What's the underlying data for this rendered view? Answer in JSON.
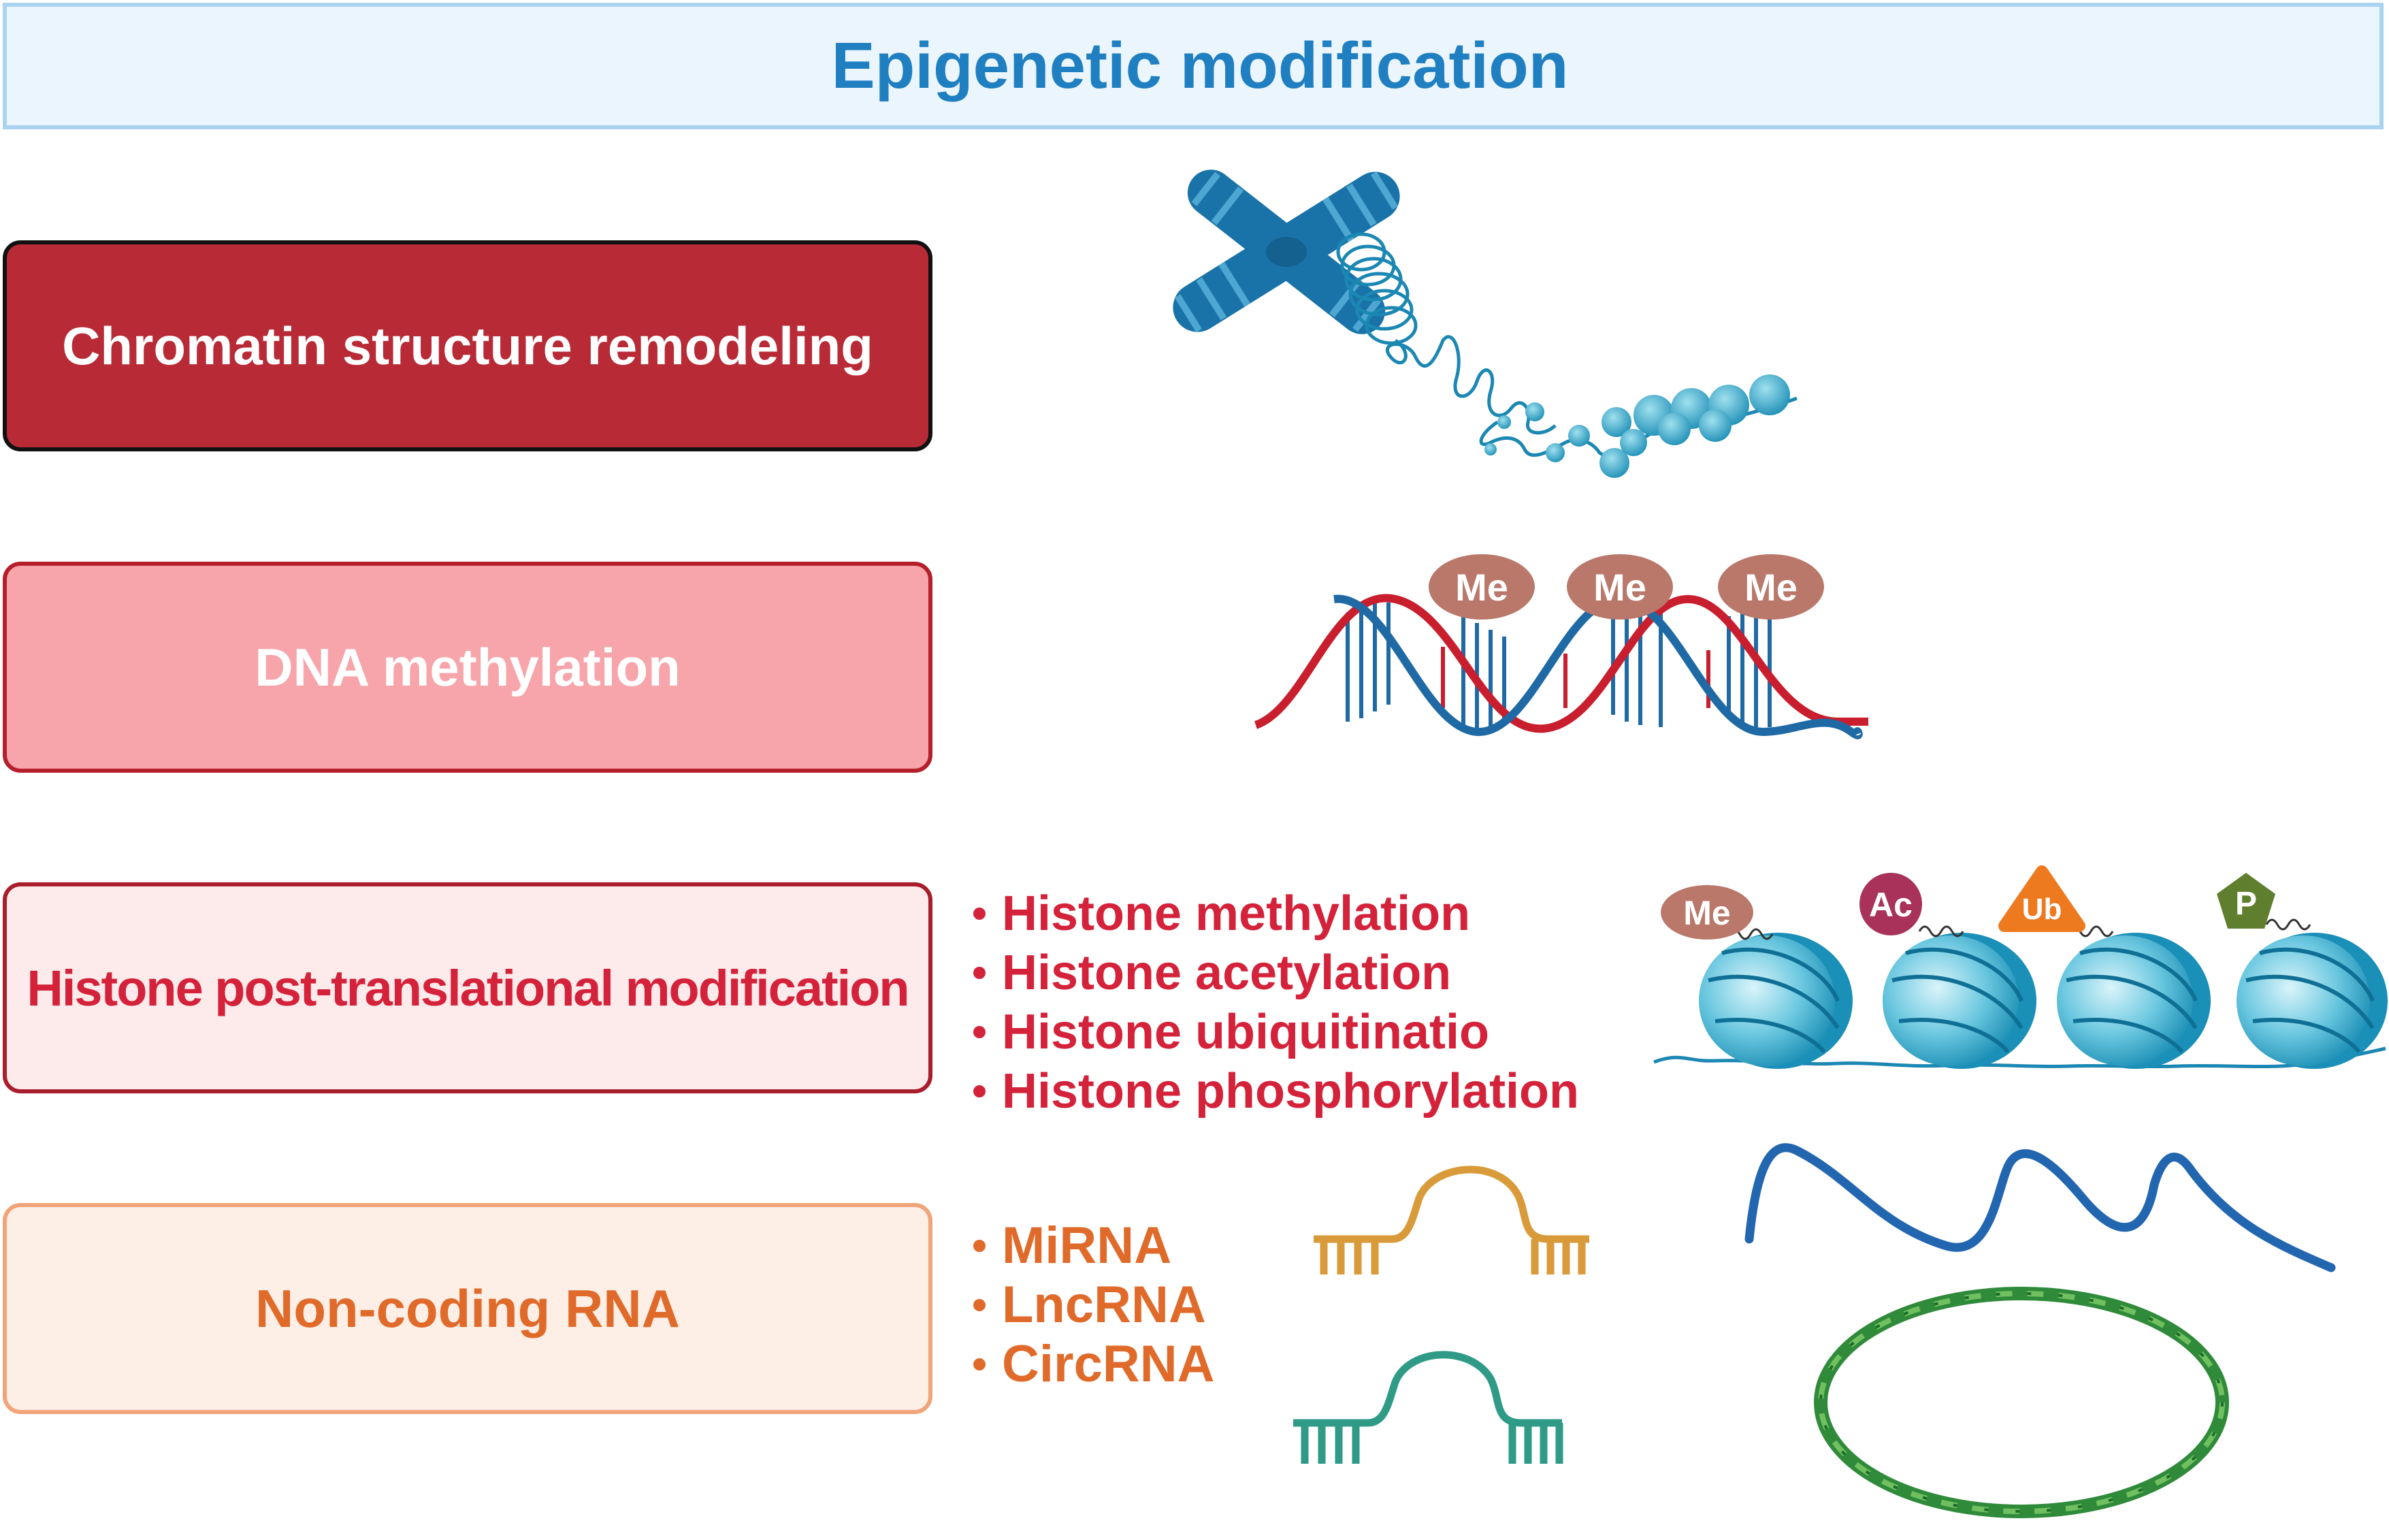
{
  "title": "Epigenetic modification",
  "categories": [
    {
      "label": "Chromatin structure remodeling"
    },
    {
      "label": "DNA methylation"
    },
    {
      "label": "Histone post-translational modification"
    },
    {
      "label": "Non-coding RNA"
    }
  ],
  "histone_items": [
    "Histone methylation",
    "Histone acetylation",
    "Histone ubiquitinatio",
    "Histone phosphorylation"
  ],
  "ncrna_items": [
    "MiRNA",
    "LncRNA",
    "CircRNA"
  ],
  "dna_marks": [
    "Me",
    "Me",
    "Me"
  ],
  "histone_marks": [
    "Me",
    "Ac",
    "Ub",
    "P"
  ],
  "colors": {
    "title": "#1f7fc1",
    "chromatin_box": "#b82a36",
    "dna_box": "#f7a5aa",
    "histone_text": "#d4223a",
    "ncrna_text": "#e06a2a",
    "dna_strand_red": "#c81e2e",
    "dna_strand_blue": "#1f6aa5",
    "methyl_mark": "#b9786a",
    "acetyl_mark": "#a8325a",
    "ubiquitin_mark": "#ee7a20",
    "phospho_mark": "#5f7f2e",
    "nucleosome": "#2ba6c9",
    "mirna": "#d99a3a",
    "lncrna": "#2f9b86",
    "linear_rna": "#2366b0",
    "circrna": "#2f8a3a"
  },
  "icons": [
    "chromosome-icon",
    "dna-helix-icon",
    "nucleosome-icon",
    "rna-hairpin-icon",
    "circular-rna-icon"
  ]
}
